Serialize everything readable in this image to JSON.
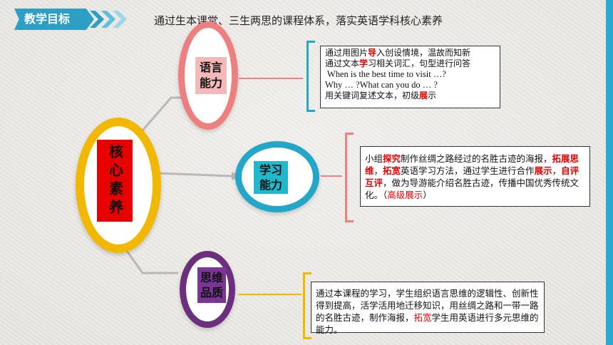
{
  "header": {
    "tag": "教学目标",
    "subtitle": "通过生本课堂、三生两思的课程体系，落实英语学科核心素养"
  },
  "core": {
    "label": "核心素养"
  },
  "nodes": {
    "language": {
      "label_l1": "语言",
      "label_l2": "能力",
      "color": "#ef7f7f"
    },
    "learning": {
      "label_l1": "学习",
      "label_l2": "能力",
      "color": "#22a6c9"
    },
    "thinking": {
      "label_l1": "思维",
      "label_l2": "品质",
      "color": "#6b2f7e"
    }
  },
  "boxes": {
    "language": {
      "l1_a": "通过用图片",
      "l1_red": "导",
      "l1_b": "入创设情境，温故而知新",
      "l2_a": "通过文本",
      "l2_red": "学",
      "l2_b": "习相关词汇，句型进行问答",
      "l3": " When is the best time to visit …?",
      "l4": "Why … ?What can you do … ?",
      "l5_a": "用关键词复述文本，初级",
      "l5_red": "展",
      "l5_b": "示"
    },
    "learning": {
      "p1": "小组",
      "r1": "探究",
      "p2": "制作丝绸之路经过的名胜古迹的海报，",
      "r2": "拓展思维",
      "p3": "，",
      "r3": "拓宽",
      "p4": "英语学习方法，通过学生进行合作",
      "r4": "展示",
      "p5": "，",
      "r5": "自评互评",
      "p6": "，做为导游能介绍名胜古迹，传播中国优秀传统文化。（",
      "r6": "高级展示",
      "p7": "）"
    },
    "thinking": {
      "p1": "通过本课程的学习，学生组织语言思维的逻辑性、创新性得到提高，活学活用地迁移知识，用丝绸之路和一带一路的名胜古迹，制作海报，",
      "r1": "拓宽",
      "p2": "学生用英语进行多元思维的能力。"
    }
  },
  "colors": {
    "accent_blue": "#2d9ec4",
    "core_yellow": "#f2b800",
    "core_red": "#e60000",
    "highlight_red": "#e60000"
  }
}
